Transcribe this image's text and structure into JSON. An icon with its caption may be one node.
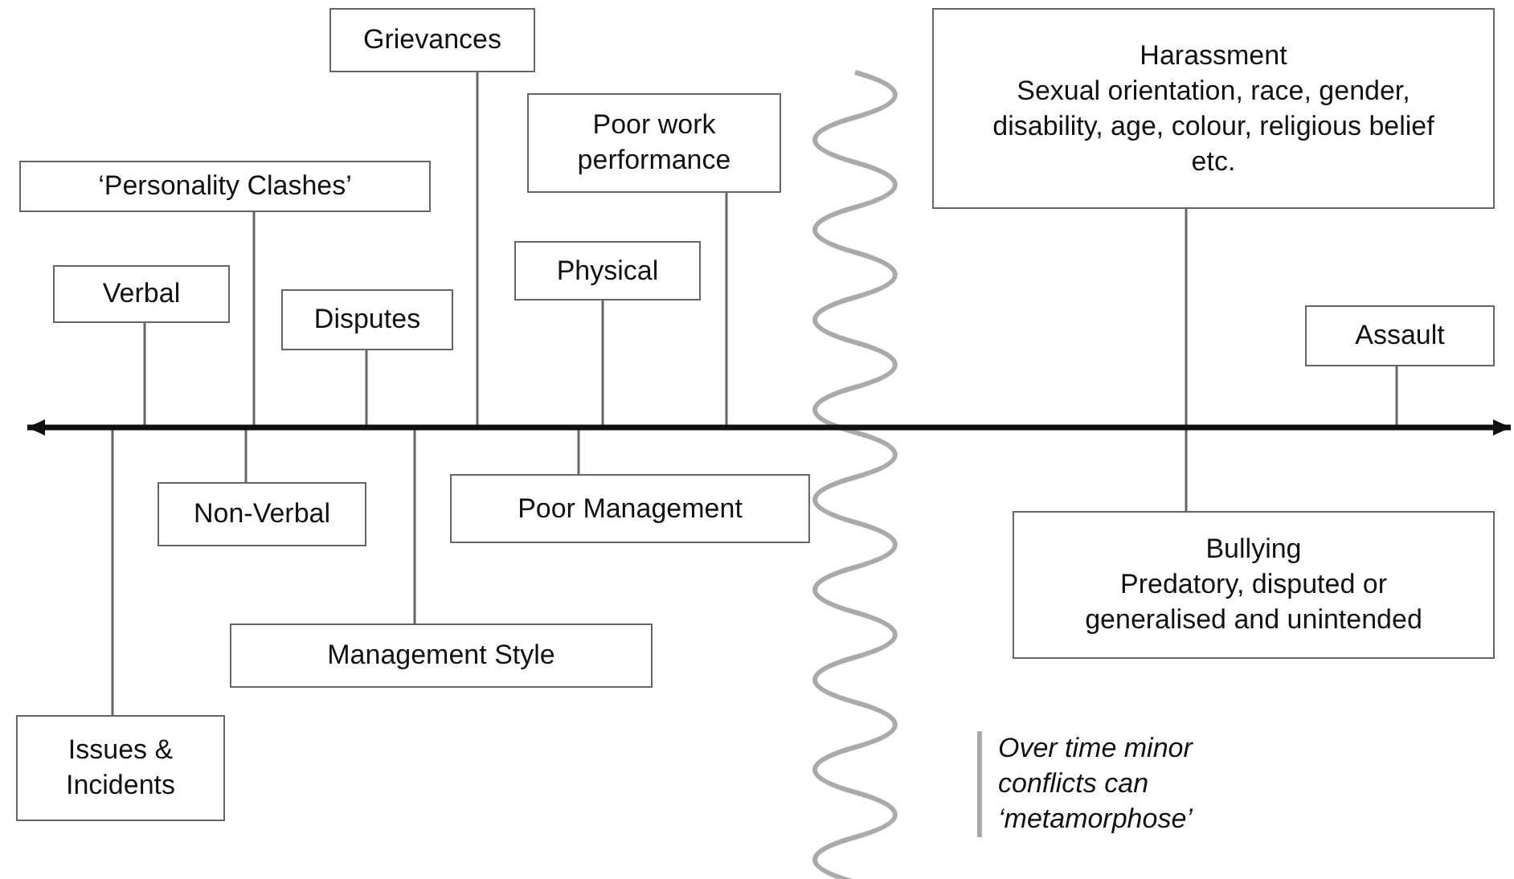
{
  "diagram": {
    "nodes": [
      {
        "text": [
          "Grievances"
        ]
      },
      {
        "text": [
          "‘Personality Clashes’"
        ]
      },
      {
        "text": [
          "Poor work performance"
        ]
      },
      {
        "text": [
          "Harassment",
          "Sexual orientation, race, gender, disability, age, colour, religious belief etc."
        ]
      },
      {
        "text": [
          "Verbal"
        ]
      },
      {
        "text": [
          "Physical"
        ]
      },
      {
        "text": [
          "Disputes"
        ]
      },
      {
        "text": [
          "Assault"
        ]
      },
      {
        "text": [
          "Non-Verbal"
        ]
      },
      {
        "text": [
          "Poor Management"
        ]
      },
      {
        "text": [
          "Bullying",
          "Predatory, disputed or generalised and unintended"
        ]
      },
      {
        "text": [
          "Management Style"
        ]
      },
      {
        "text": [
          "Issues & Incidents"
        ]
      },
      {
        "text": [],
        "shape": "arrow"
      }
    ],
    "edges": [
      {
        "from": 0,
        "to": 13,
        "arrow": "none"
      },
      {
        "from": 1,
        "to": 13,
        "arrow": "none"
      },
      {
        "from": 2,
        "to": 13,
        "arrow": "none"
      },
      {
        "from": 3,
        "to": 13,
        "arrow": "none"
      },
      {
        "from": 4,
        "to": 13,
        "arrow": "none"
      },
      {
        "from": 5,
        "to": 13,
        "arrow": "none"
      },
      {
        "from": 6,
        "to": 13,
        "arrow": "none"
      },
      {
        "from": 7,
        "to": 13,
        "arrow": "none"
      },
      {
        "from": 8,
        "to": 13,
        "arrow": "none"
      },
      {
        "from": 9,
        "to": 13,
        "arrow": "none"
      },
      {
        "from": 10,
        "to": 13,
        "arrow": "none"
      },
      {
        "from": 11,
        "to": 13,
        "arrow": "none"
      },
      {
        "from": 12,
        "to": 13,
        "arrow": "none"
      }
    ],
    "labels": [
      "Over time minor conflicts can ‘metamorphose’"
    ]
  }
}
